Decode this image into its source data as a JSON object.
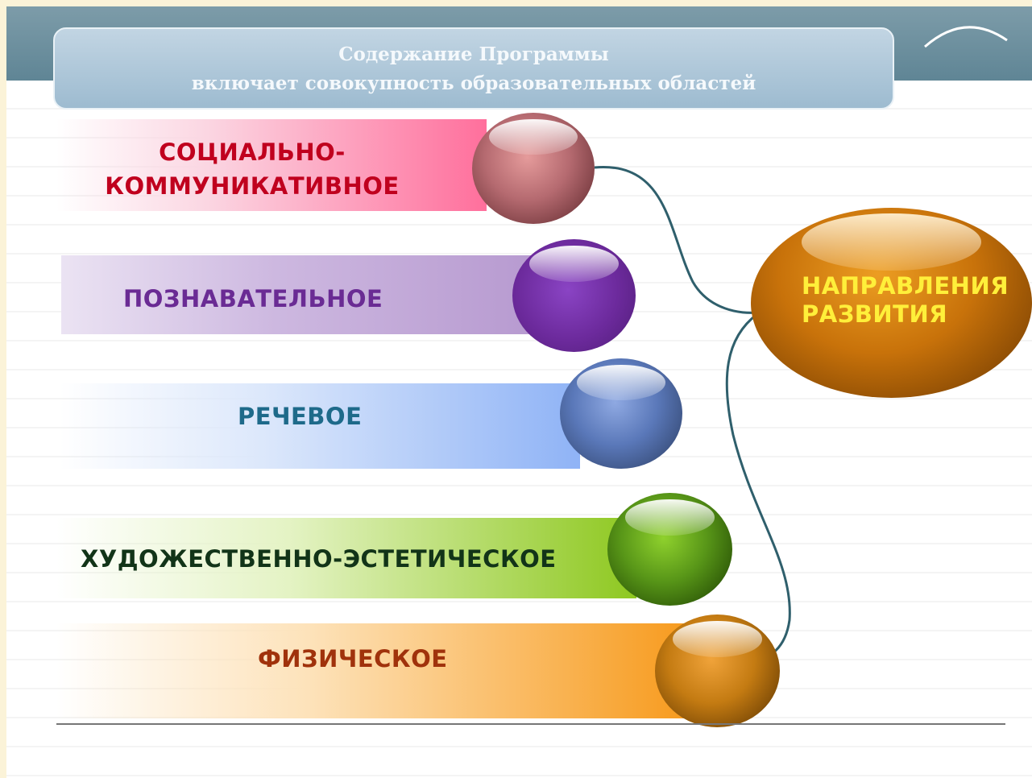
{
  "header": {
    "title_line1": "Содержание Программы",
    "title_line2": "включает совокупность образовательных областей"
  },
  "areas": [
    {
      "label_line1": "СОЦИАЛЬНО-",
      "label_line2": "КОММУНИКАТИВНОЕ",
      "color": "#c0001e",
      "band_color": "#ff6f9c",
      "sphere_color": "#a55258"
    },
    {
      "label": "ПОЗНАВАТЕЛЬНОЕ",
      "color": "#6a2b94",
      "band_color": "#b9a0d2",
      "sphere_color": "#6c2a9c"
    },
    {
      "label": "РЕЧЕВОЕ",
      "color": "#1e6a8a",
      "band_color": "#8fb3f6",
      "sphere_color": "#4667a8"
    },
    {
      "label": "ХУДОЖЕСТВЕННО-ЭСТЕТИЧЕСКОЕ",
      "color": "#123418",
      "band_color": "#8ec820",
      "sphere_color": "#3d6e0a"
    },
    {
      "label": "ФИЗИЧЕСКОЕ",
      "color": "#a0320c",
      "band_color": "#f79a1c",
      "sphere_color": "#b36f0c"
    }
  ],
  "result": {
    "line1": "НАПРАВЛЕНИЯ",
    "line2": "РАЗВИТИЯ",
    "color": "#ffef3a",
    "sphere_color": "#c8720a"
  },
  "connector_color": "#2f5f6c"
}
